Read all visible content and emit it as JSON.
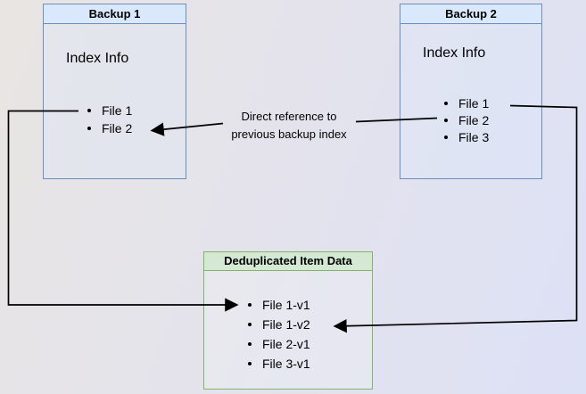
{
  "boxes": {
    "backup1": {
      "title": "Backup 1",
      "body_label": "Index Info",
      "files": [
        "File 1",
        "File 2"
      ]
    },
    "backup2": {
      "title": "Backup 2",
      "body_label": "Index Info",
      "files": [
        "File 1",
        "File 2",
        "File 3"
      ]
    },
    "dedup": {
      "title": "Deduplicated Item Data",
      "items": [
        "File 1-v1",
        "File 1-v2",
        "File 2-v1",
        "File 3-v1"
      ]
    }
  },
  "annotation": {
    "line1": "Direct reference to",
    "line2": "previous backup index"
  },
  "arrows": [
    {
      "name": "direct-reference-arrow",
      "from": "backup2-file-2",
      "to": "backup1-file-2"
    },
    {
      "name": "backup1-file1-to-dedup-arrow",
      "from": "backup1-file-1",
      "to": "dedup-file-1-v1"
    },
    {
      "name": "backup2-file1-to-dedup-arrow",
      "from": "backup2-file-1",
      "to": "dedup-file-1-v2"
    }
  ],
  "colors": {
    "blue_fill": "#dae8fc",
    "blue_border": "#6c8ebf",
    "green_fill": "#d5e8d4",
    "green_border": "#82b366",
    "line": "#000000",
    "text": "#000000"
  }
}
